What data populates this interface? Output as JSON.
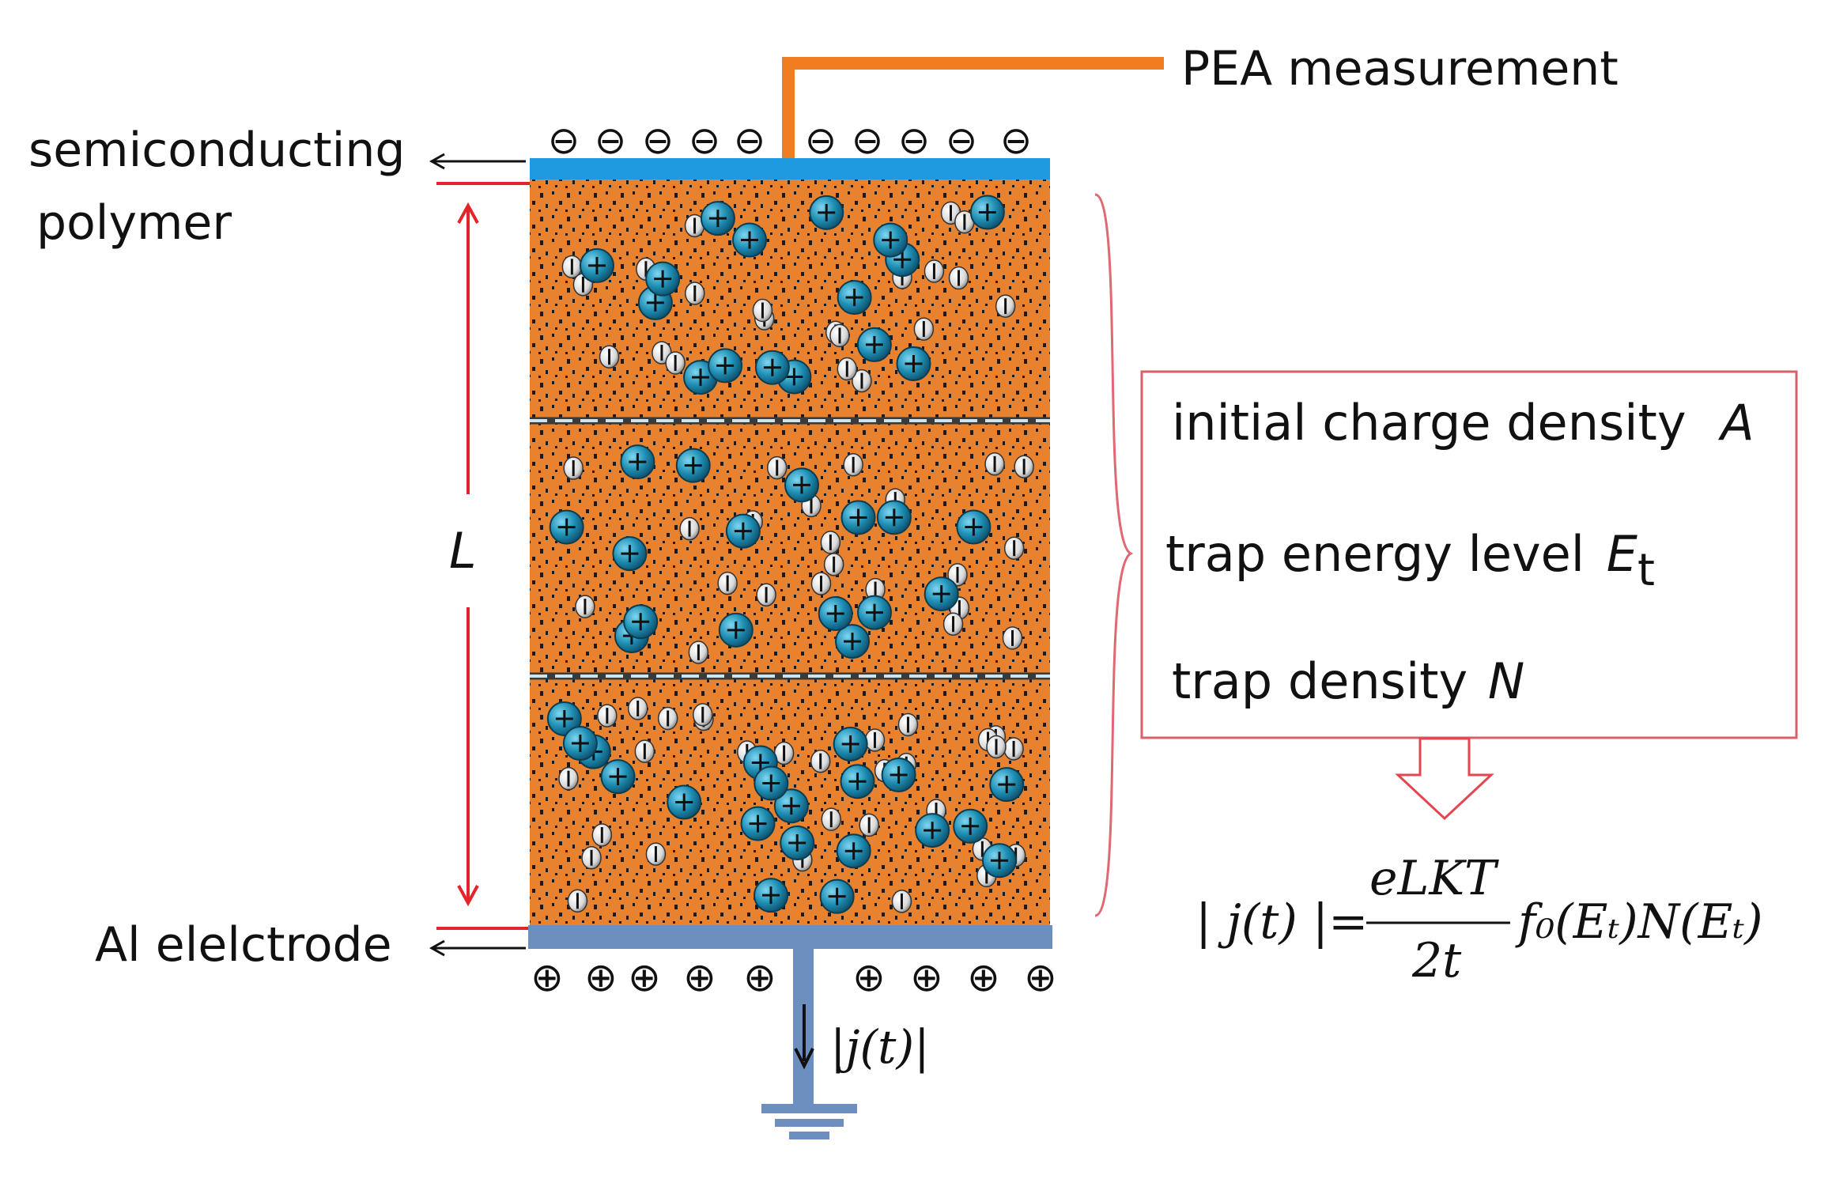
{
  "labels": {
    "measurement": "PEA measurement",
    "top_layer_line1": "semiconducting",
    "top_layer_line2": "polymer",
    "bottom_layer": "Al elelctrode",
    "thickness": "L",
    "current": "|j(t)|"
  },
  "parameters": {
    "initial_charge_text": "initial charge density",
    "initial_charge_symbol": "A",
    "trap_energy_text": "trap energy level",
    "trap_energy_symbol": "E",
    "trap_energy_subscript": "t",
    "trap_density_text": "trap density",
    "trap_density_symbol": "N"
  },
  "formula": {
    "lhs": "| j(t) |=",
    "numerator": "eLKT",
    "denominator": "2t",
    "rhs": "f₀(Eₜ)N(Eₜ)"
  },
  "symbols": {
    "top_charge": "⊖",
    "bottom_charge": "⊕"
  },
  "colors": {
    "sample": "#e8822f",
    "top_electrode": "#1e9be0",
    "bottom_electrode": "#6d8fc0",
    "wire": "#f07d22",
    "ion": "#1f8fb5",
    "box_border": "#d9606a",
    "red_line": "#e4232b"
  }
}
